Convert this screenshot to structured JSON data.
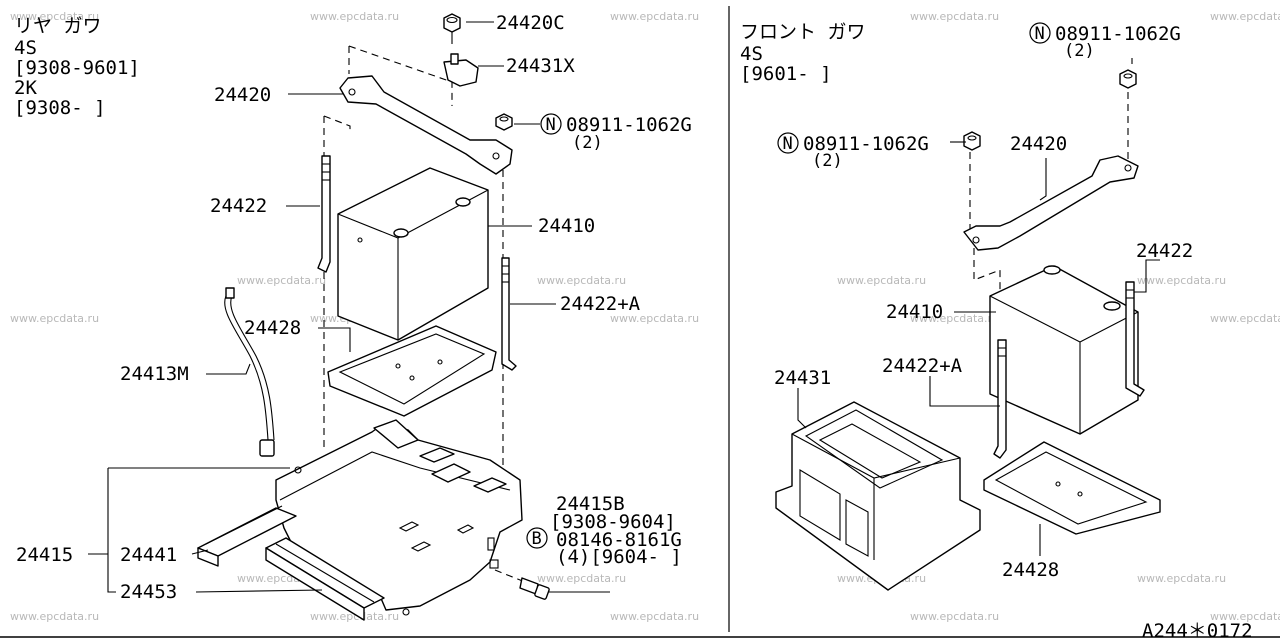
{
  "watermark": "www.epcdata.ru",
  "left_panel": {
    "header": [
      "リヤ ガワ",
      "4S",
      "[9308-9601]",
      "2K",
      "[9308-     ]"
    ],
    "labels": {
      "p24420c": "24420C",
      "p24431x": "24431X",
      "p24420": "24420",
      "n_bolt": "08911-1062G",
      "n_bolt_qty": "(2)",
      "p24422": "24422",
      "p24410": "24410",
      "p24422a": "24422+A",
      "p24428": "24428",
      "p24413m": "24413M",
      "p24415": "24415",
      "p24441": "24441",
      "p24453": "24453",
      "p24415b": "24415B",
      "p24415b_range": "[9308-9604]",
      "b_bolt": "08146-8161G",
      "b_bolt_qty": "(4)[9604-     ]"
    },
    "symbols": {
      "n": "N",
      "b": "B"
    }
  },
  "right_panel": {
    "header": [
      "フロント ガワ",
      "4S",
      "[9601-     ]"
    ],
    "labels": {
      "n_bolt_top": "08911-1062G",
      "n_bolt_top_qty": "(2)",
      "n_bolt_left": "08911-1062G",
      "n_bolt_left_qty": "(2)",
      "p24420": "24420",
      "p24422": "24422",
      "p24410": "24410",
      "p24422a": "24422+A",
      "p24431": "24431",
      "p24428": "24428"
    },
    "symbols": {
      "n": "N"
    }
  },
  "footer": {
    "diagram_code": "A244＊0172"
  }
}
